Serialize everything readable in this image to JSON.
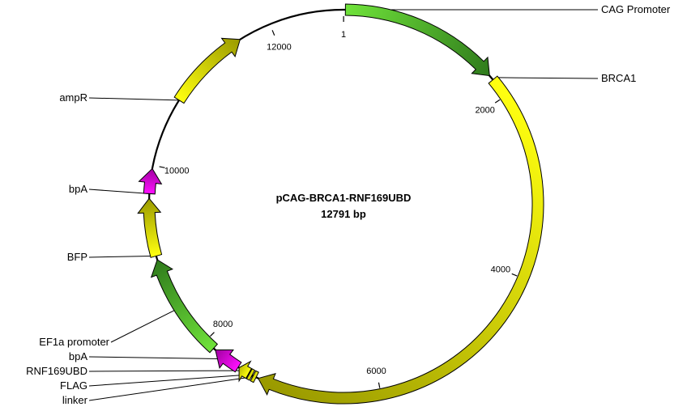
{
  "plasmid": {
    "name": "pCAG-BRCA1-RNF169UBD",
    "length_label": "12791 bp",
    "length": 12791
  },
  "ticks": [
    {
      "value": 1,
      "label": "1"
    },
    {
      "value": 2000,
      "label": "2000"
    },
    {
      "value": 4000,
      "label": "4000"
    },
    {
      "value": 6000,
      "label": "6000"
    },
    {
      "value": 8000,
      "label": "8000"
    },
    {
      "value": 10000,
      "label": "10000"
    },
    {
      "value": 12000,
      "label": "12000"
    }
  ],
  "features": [
    {
      "name": "CAG Promoter",
      "start": 20,
      "end": 1730,
      "arrow": true,
      "color_start": "#6fe23a",
      "color_end": "#2f7a1c"
    },
    {
      "name": "BRCA1",
      "start": 1785,
      "end": 7320,
      "arrow": true,
      "color_start": "#ffff10",
      "color_end": "#9a9a00"
    },
    {
      "name": "linker",
      "start": 7345,
      "end": 7380,
      "arrow": false,
      "color_start": "#ffff10",
      "color_end": "#b8b800"
    },
    {
      "name": "FLAG",
      "start": 7392,
      "end": 7425,
      "arrow": false,
      "color_start": "#ffff10",
      "color_end": "#b8b800"
    },
    {
      "name": "RNF169UBD",
      "start": 7432,
      "end": 7550,
      "arrow": true,
      "color_start": "#ffff10",
      "color_end": "#b8b800"
    },
    {
      "name": "bpA",
      "start": 7560,
      "end": 7860,
      "arrow": true,
      "color_start": "#ff10ff",
      "color_end": "#a000a0"
    },
    {
      "name": "EF1a promoter",
      "start": 7885,
      "end": 9000,
      "arrow": true,
      "color_start": "#6fe23a",
      "color_end": "#2f7a1c"
    },
    {
      "name": "BFP",
      "start": 9040,
      "end": 9650,
      "arrow": true,
      "color_start": "#ffff10",
      "color_end": "#9a9a00"
    },
    {
      "name": "bpA",
      "start": 9700,
      "end": 9965,
      "arrow": true,
      "color_start": "#ff10ff",
      "color_end": "#a000a0"
    },
    {
      "name": "ampR",
      "start": 10740,
      "end": 11650,
      "arrow": true,
      "color_start": "#ffff10",
      "color_end": "#9a9a00"
    }
  ]
}
